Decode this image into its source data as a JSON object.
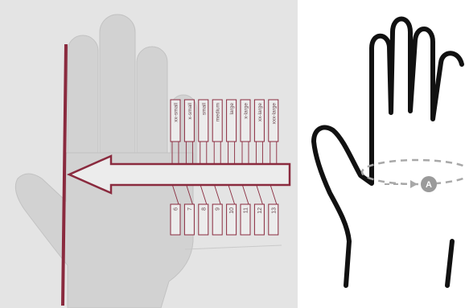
{
  "sizing_chart": {
    "sizes": [
      {
        "label": "xx-small",
        "number": "6"
      },
      {
        "label": "x-small",
        "number": "7"
      },
      {
        "label": "small",
        "number": "8"
      },
      {
        "label": "medium",
        "number": "9"
      },
      {
        "label": "large",
        "number": "10"
      },
      {
        "label": "x-large",
        "number": "11"
      },
      {
        "label": "xx-large",
        "number": "12"
      },
      {
        "label": "xxx-large",
        "number": "13"
      }
    ],
    "colors": {
      "accent": "#8a2a3e",
      "background": "#e4e4e4",
      "hand": "#d2d2d2"
    }
  },
  "hand_diagram": {
    "marker_label": "A",
    "colors": {
      "outline": "#111111",
      "dashed": "#a8a8a8",
      "marker": "#9a9a9a"
    }
  }
}
